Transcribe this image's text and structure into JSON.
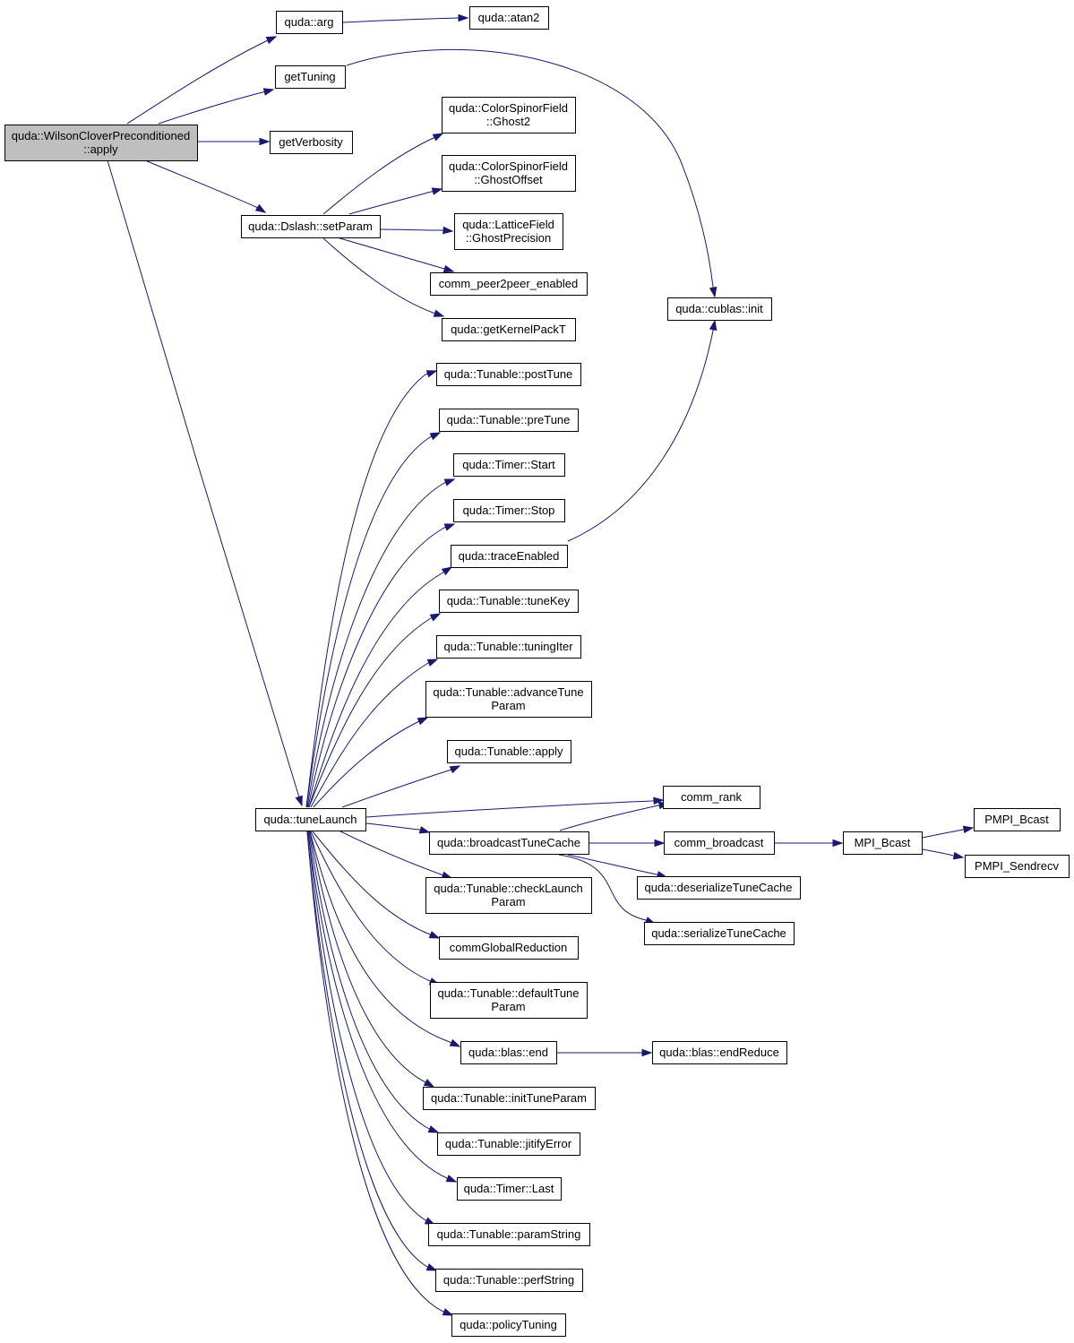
{
  "colors": {
    "edge": "#191970",
    "root_fill": "#bfbfbf",
    "node_fill": "#ffffff",
    "border": "#000000"
  },
  "root": "apply_root",
  "nodes": [
    {
      "id": "apply_root",
      "lines": [
        "quda::WilsonCloverPreconditioned",
        "::apply"
      ]
    },
    {
      "id": "arg",
      "lines": [
        "quda::arg"
      ]
    },
    {
      "id": "atan2",
      "lines": [
        "quda::atan2"
      ]
    },
    {
      "id": "getTuning",
      "lines": [
        "getTuning"
      ]
    },
    {
      "id": "getVerbosity",
      "lines": [
        "getVerbosity"
      ]
    },
    {
      "id": "setParam",
      "lines": [
        "quda::Dslash::setParam"
      ]
    },
    {
      "id": "Ghost2",
      "lines": [
        "quda::ColorSpinorField",
        "::Ghost2"
      ]
    },
    {
      "id": "GhostOffset",
      "lines": [
        "quda::ColorSpinorField",
        "::GhostOffset"
      ]
    },
    {
      "id": "GhostPrecision",
      "lines": [
        "quda::LatticeField",
        "::GhostPrecision"
      ]
    },
    {
      "id": "comm_peer2peer_enabled",
      "lines": [
        "comm_peer2peer_enabled"
      ]
    },
    {
      "id": "getKernelPackT",
      "lines": [
        "quda::getKernelPackT"
      ]
    },
    {
      "id": "cublas_init",
      "lines": [
        "quda::cublas::init"
      ]
    },
    {
      "id": "postTune",
      "lines": [
        "quda::Tunable::postTune"
      ]
    },
    {
      "id": "preTune",
      "lines": [
        "quda::Tunable::preTune"
      ]
    },
    {
      "id": "TimerStart",
      "lines": [
        "quda::Timer::Start"
      ]
    },
    {
      "id": "TimerStop",
      "lines": [
        "quda::Timer::Stop"
      ]
    },
    {
      "id": "traceEnabled",
      "lines": [
        "quda::traceEnabled"
      ]
    },
    {
      "id": "tuneKey",
      "lines": [
        "quda::Tunable::tuneKey"
      ]
    },
    {
      "id": "tuningIter",
      "lines": [
        "quda::Tunable::tuningIter"
      ]
    },
    {
      "id": "advanceTuneParam",
      "lines": [
        "quda::Tunable::advanceTune",
        "Param"
      ]
    },
    {
      "id": "TunableApply",
      "lines": [
        "quda::Tunable::apply"
      ]
    },
    {
      "id": "tuneLaunch",
      "lines": [
        "quda::tuneLaunch"
      ]
    },
    {
      "id": "comm_rank",
      "lines": [
        "comm_rank"
      ]
    },
    {
      "id": "broadcastTuneCache",
      "lines": [
        "quda::broadcastTuneCache"
      ]
    },
    {
      "id": "comm_broadcast",
      "lines": [
        "comm_broadcast"
      ]
    },
    {
      "id": "MPI_Bcast",
      "lines": [
        "MPI_Bcast"
      ]
    },
    {
      "id": "PMPI_Bcast",
      "lines": [
        "PMPI_Bcast"
      ]
    },
    {
      "id": "PMPI_Sendrecv",
      "lines": [
        "PMPI_Sendrecv"
      ]
    },
    {
      "id": "deserializeTuneCache",
      "lines": [
        "quda::deserializeTuneCache"
      ]
    },
    {
      "id": "serializeTuneCache",
      "lines": [
        "quda::serializeTuneCache"
      ]
    },
    {
      "id": "checkLaunchParam",
      "lines": [
        "quda::Tunable::checkLaunch",
        "Param"
      ]
    },
    {
      "id": "commGlobalReduction",
      "lines": [
        "commGlobalReduction"
      ]
    },
    {
      "id": "defaultTuneParam",
      "lines": [
        "quda::Tunable::defaultTune",
        "Param"
      ]
    },
    {
      "id": "blas_end",
      "lines": [
        "quda::blas::end"
      ]
    },
    {
      "id": "endReduce",
      "lines": [
        "quda::blas::endReduce"
      ]
    },
    {
      "id": "initTuneParam",
      "lines": [
        "quda::Tunable::initTuneParam"
      ]
    },
    {
      "id": "jitifyError",
      "lines": [
        "quda::Tunable::jitifyError"
      ]
    },
    {
      "id": "TimerLast",
      "lines": [
        "quda::Timer::Last"
      ]
    },
    {
      "id": "paramString",
      "lines": [
        "quda::Tunable::paramString"
      ]
    },
    {
      "id": "perfString",
      "lines": [
        "quda::Tunable::perfString"
      ]
    },
    {
      "id": "policyTuning",
      "lines": [
        "quda::policyTuning"
      ]
    }
  ],
  "edges": [
    {
      "from": "apply_root",
      "to": "arg"
    },
    {
      "from": "apply_root",
      "to": "getTuning"
    },
    {
      "from": "apply_root",
      "to": "getVerbosity"
    },
    {
      "from": "apply_root",
      "to": "setParam"
    },
    {
      "from": "apply_root",
      "to": "tuneLaunch"
    },
    {
      "from": "arg",
      "to": "atan2"
    },
    {
      "from": "getTuning",
      "to": "cublas_init"
    },
    {
      "from": "setParam",
      "to": "Ghost2"
    },
    {
      "from": "setParam",
      "to": "GhostOffset"
    },
    {
      "from": "setParam",
      "to": "GhostPrecision"
    },
    {
      "from": "setParam",
      "to": "comm_peer2peer_enabled"
    },
    {
      "from": "setParam",
      "to": "getKernelPackT"
    },
    {
      "from": "traceEnabled",
      "to": "cublas_init"
    },
    {
      "from": "tuneLaunch",
      "to": "postTune"
    },
    {
      "from": "tuneLaunch",
      "to": "preTune"
    },
    {
      "from": "tuneLaunch",
      "to": "TimerStart"
    },
    {
      "from": "tuneLaunch",
      "to": "TimerStop"
    },
    {
      "from": "tuneLaunch",
      "to": "traceEnabled"
    },
    {
      "from": "tuneLaunch",
      "to": "tuneKey"
    },
    {
      "from": "tuneLaunch",
      "to": "tuningIter"
    },
    {
      "from": "tuneLaunch",
      "to": "advanceTuneParam"
    },
    {
      "from": "tuneLaunch",
      "to": "TunableApply"
    },
    {
      "from": "tuneLaunch",
      "to": "comm_rank"
    },
    {
      "from": "tuneLaunch",
      "to": "broadcastTuneCache"
    },
    {
      "from": "tuneLaunch",
      "to": "checkLaunchParam"
    },
    {
      "from": "tuneLaunch",
      "to": "commGlobalReduction"
    },
    {
      "from": "tuneLaunch",
      "to": "defaultTuneParam"
    },
    {
      "from": "tuneLaunch",
      "to": "blas_end"
    },
    {
      "from": "tuneLaunch",
      "to": "initTuneParam"
    },
    {
      "from": "tuneLaunch",
      "to": "jitifyError"
    },
    {
      "from": "tuneLaunch",
      "to": "TimerLast"
    },
    {
      "from": "tuneLaunch",
      "to": "paramString"
    },
    {
      "from": "tuneLaunch",
      "to": "perfString"
    },
    {
      "from": "tuneLaunch",
      "to": "policyTuning"
    },
    {
      "from": "broadcastTuneCache",
      "to": "comm_rank"
    },
    {
      "from": "broadcastTuneCache",
      "to": "comm_broadcast"
    },
    {
      "from": "broadcastTuneCache",
      "to": "deserializeTuneCache"
    },
    {
      "from": "broadcastTuneCache",
      "to": "serializeTuneCache"
    },
    {
      "from": "comm_broadcast",
      "to": "MPI_Bcast"
    },
    {
      "from": "MPI_Bcast",
      "to": "PMPI_Bcast"
    },
    {
      "from": "MPI_Bcast",
      "to": "PMPI_Sendrecv"
    },
    {
      "from": "blas_end",
      "to": "endReduce"
    }
  ]
}
